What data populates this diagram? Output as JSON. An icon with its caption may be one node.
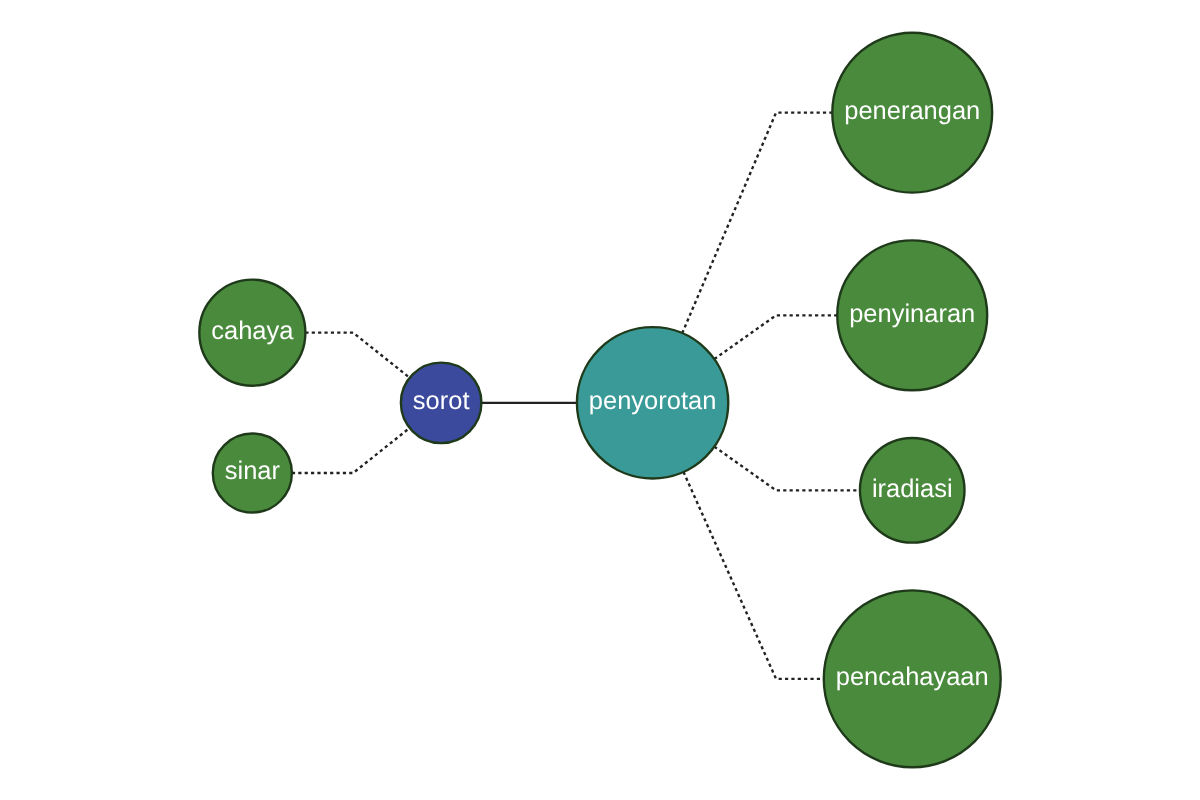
{
  "diagram": {
    "nodes": [
      {
        "text": [
          "cahaya"
        ]
      },
      {
        "text": [
          "penerangan"
        ]
      },
      {
        "text": [
          "penyinaran"
        ]
      },
      {
        "text": [
          "sorot"
        ]
      },
      {
        "text": [
          "penyorotan"
        ]
      },
      {
        "text": [
          "sinar"
        ]
      },
      {
        "text": [
          "iradiasi"
        ]
      },
      {
        "text": [
          "pencahayaan"
        ]
      }
    ],
    "edges": [
      {
        "from": 0,
        "to": 3,
        "arrow": "none",
        "style": "dashed"
      },
      {
        "from": 5,
        "to": 3,
        "arrow": "none",
        "style": "dashed"
      },
      {
        "from": 3,
        "to": 4,
        "arrow": "none"
      },
      {
        "from": 4,
        "to": 1,
        "arrow": "none",
        "style": "dashed"
      },
      {
        "from": 4,
        "to": 2,
        "arrow": "none",
        "style": "dashed"
      },
      {
        "from": 4,
        "to": 6,
        "arrow": "none",
        "style": "dashed"
      },
      {
        "from": 4,
        "to": 7,
        "arrow": "none",
        "style": "dashed"
      }
    ]
  }
}
